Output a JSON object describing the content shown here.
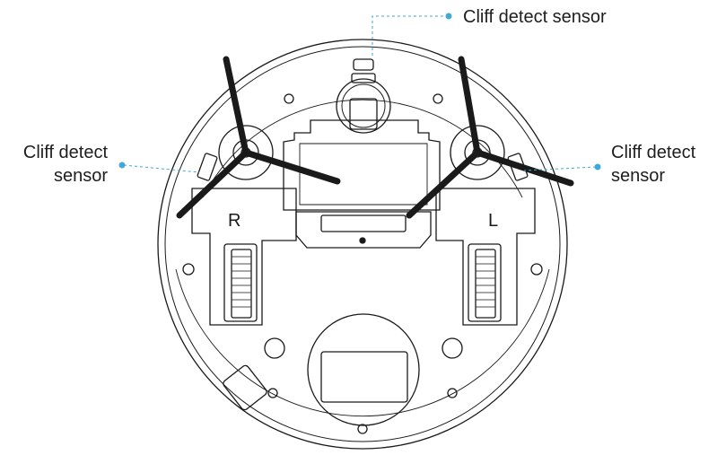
{
  "callouts": {
    "top": {
      "line1": "Cliff detect sensor"
    },
    "left": {
      "line1": "Cliff detect",
      "line2": "sensor"
    },
    "right": {
      "line1": "Cliff detect",
      "line2": "sensor"
    }
  },
  "wheel_labels": {
    "right": "R",
    "left": "L"
  },
  "colors": {
    "leader": "#3fa9d8",
    "ink": "#1a1a1a",
    "brush": "#1a1a1a"
  }
}
